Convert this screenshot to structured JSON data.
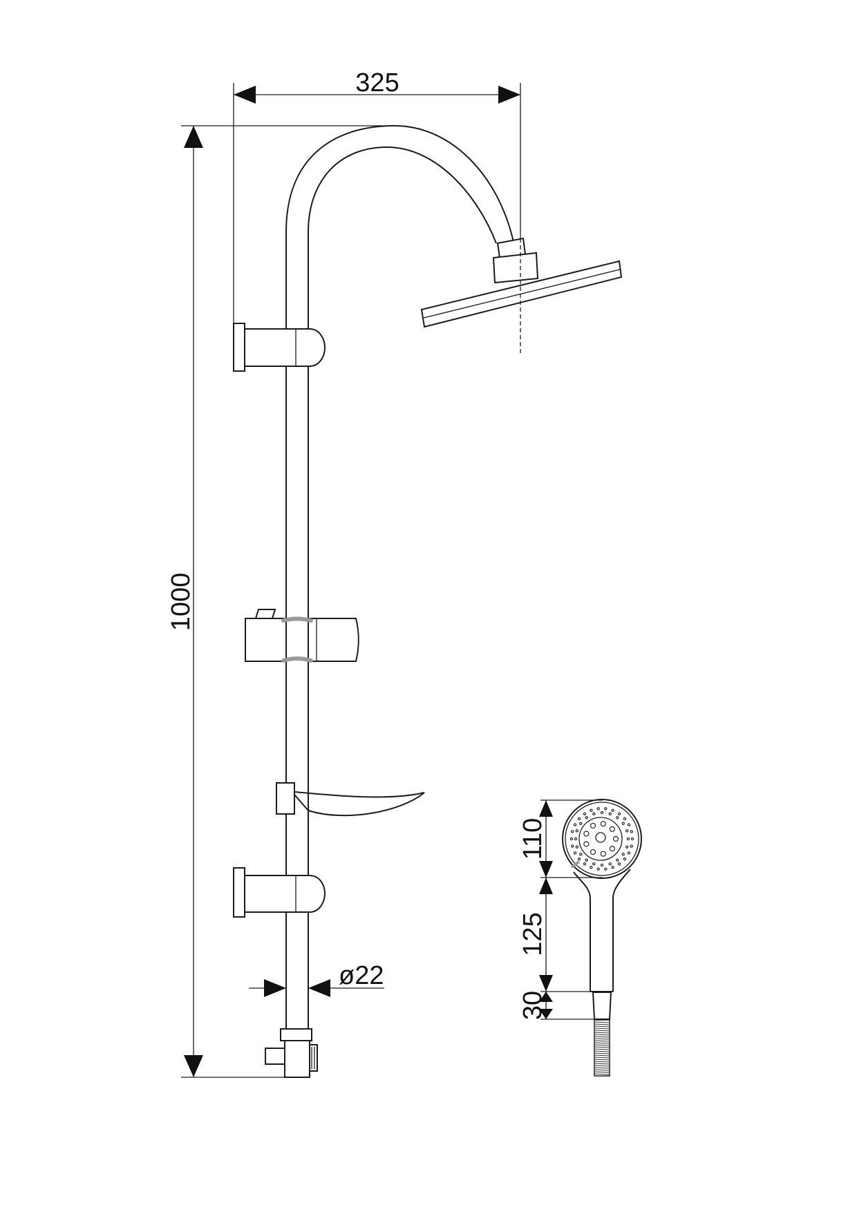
{
  "drawing": {
    "title": "Shower column technical drawing",
    "dimensions": {
      "arm_reach": "325",
      "total_height": "1000",
      "pipe_diameter": "ø22",
      "hand_head": "110",
      "hand_handle": "125",
      "hand_nut": "30"
    }
  }
}
